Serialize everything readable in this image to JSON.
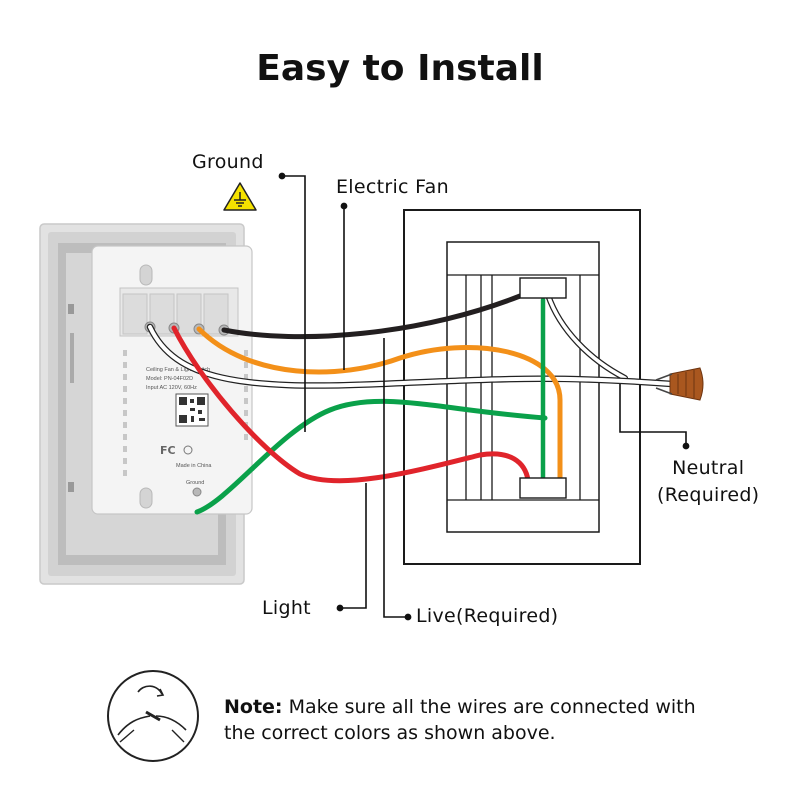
{
  "title": "Easy to Install",
  "labels": {
    "ground": "Ground",
    "electric_fan": "Electric Fan",
    "neutral_line1": "Neutral",
    "neutral_line2": "(Required)",
    "light": "Light",
    "live": "Live(Required)"
  },
  "note": {
    "prefix": "Note:",
    "text_line1": " Make sure all the wires are connected with",
    "text_line2": "the correct colors as shown above."
  },
  "device_print": {
    "line1": "Ceiling Fan & Light Switch",
    "line2": "Model: PN-04F02D",
    "line3": "Input AC 120V, 60Hz",
    "line4": "Made in China",
    "ground_mark": "Ground"
  },
  "wire_colors": {
    "black": "#231f20",
    "orange": "#f39019",
    "white": "#ffffff",
    "green": "#0aa14a",
    "red": "#e0242b"
  },
  "icons": [
    "warning-ground-icon",
    "wire-connector-icon",
    "twist-wires-icon"
  ]
}
